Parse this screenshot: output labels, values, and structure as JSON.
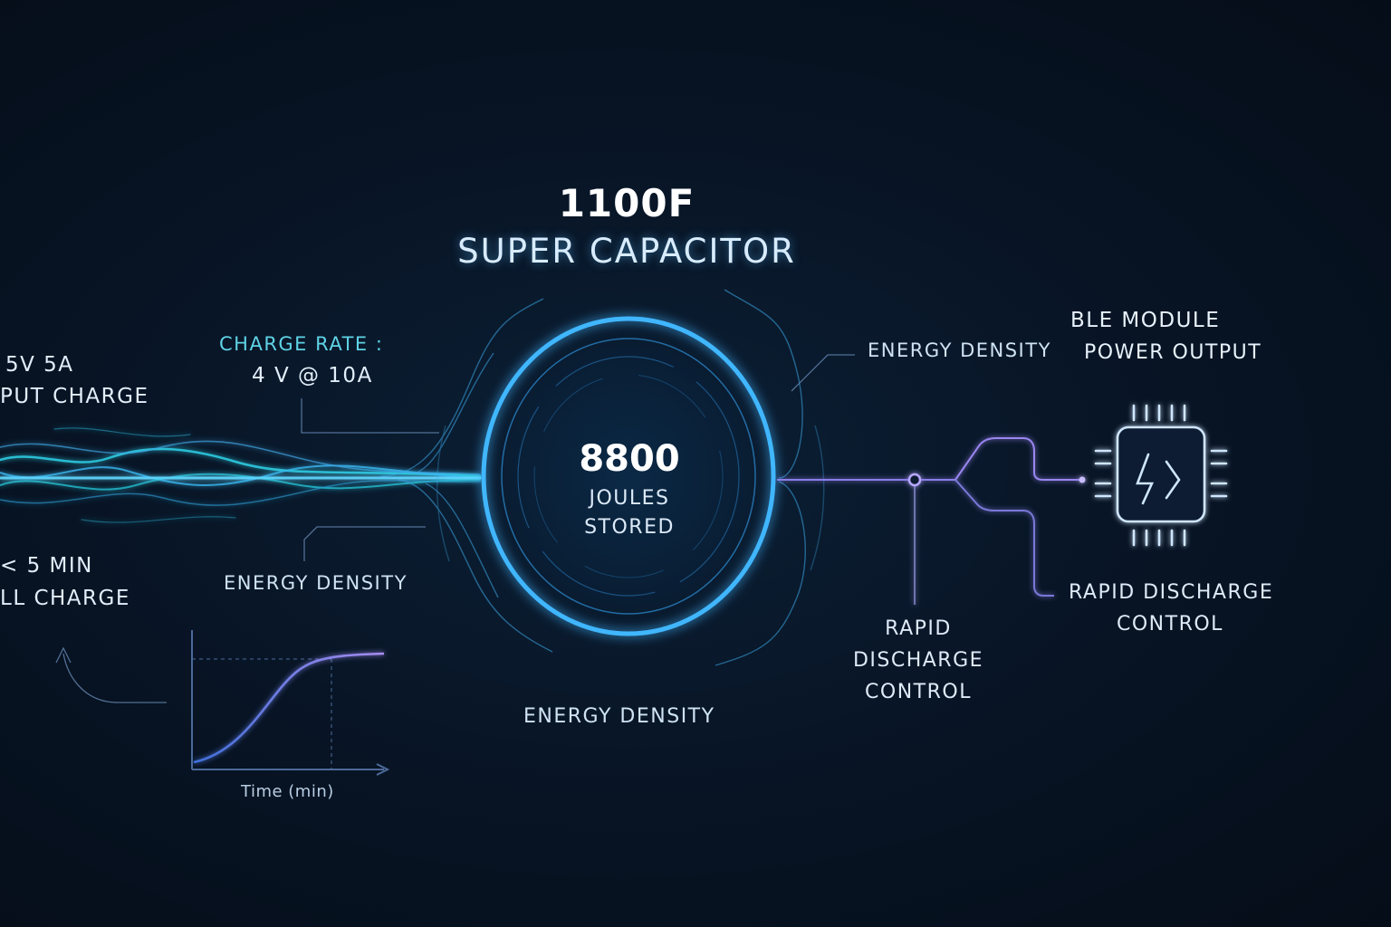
{
  "header": {
    "capacity": "1100F",
    "name": "SUPER CAPACITOR"
  },
  "core": {
    "value": "8800",
    "unit_line1": "JOULES",
    "unit_line2": "STORED"
  },
  "left": {
    "input_line1": "5V 5A",
    "input_line2": "PUT CHARGE",
    "charge_rate_title": "CHARGE RATE :",
    "charge_rate_value": "4 V @ 10A",
    "full_line1": "< 5 MIN",
    "full_line2": "LL CHARGE",
    "energy_density": "ENERGY DENSITY"
  },
  "bottom": {
    "energy_density": "ENERGY DENSITY",
    "chart_xlabel": "Time (min)"
  },
  "right": {
    "energy_density": "ENERGY DENSITY",
    "ble_line1": "BLE MODULE",
    "ble_line2": "POWER OUTPUT",
    "rapid_mid_line1": "RAPID",
    "rapid_mid_line2": "DISCHARGE",
    "rapid_mid_line3": "CONTROL",
    "rapid_right_line1": "RAPID DISCHARGE",
    "rapid_right_line2": "CONTROL"
  },
  "icons": {
    "chip": "chip-bolt-icon"
  },
  "colors": {
    "ring": "#3fb6ff",
    "wave": "#2fd0e6",
    "circuit": "#8a7ee8",
    "text": "#cfe3f5"
  }
}
